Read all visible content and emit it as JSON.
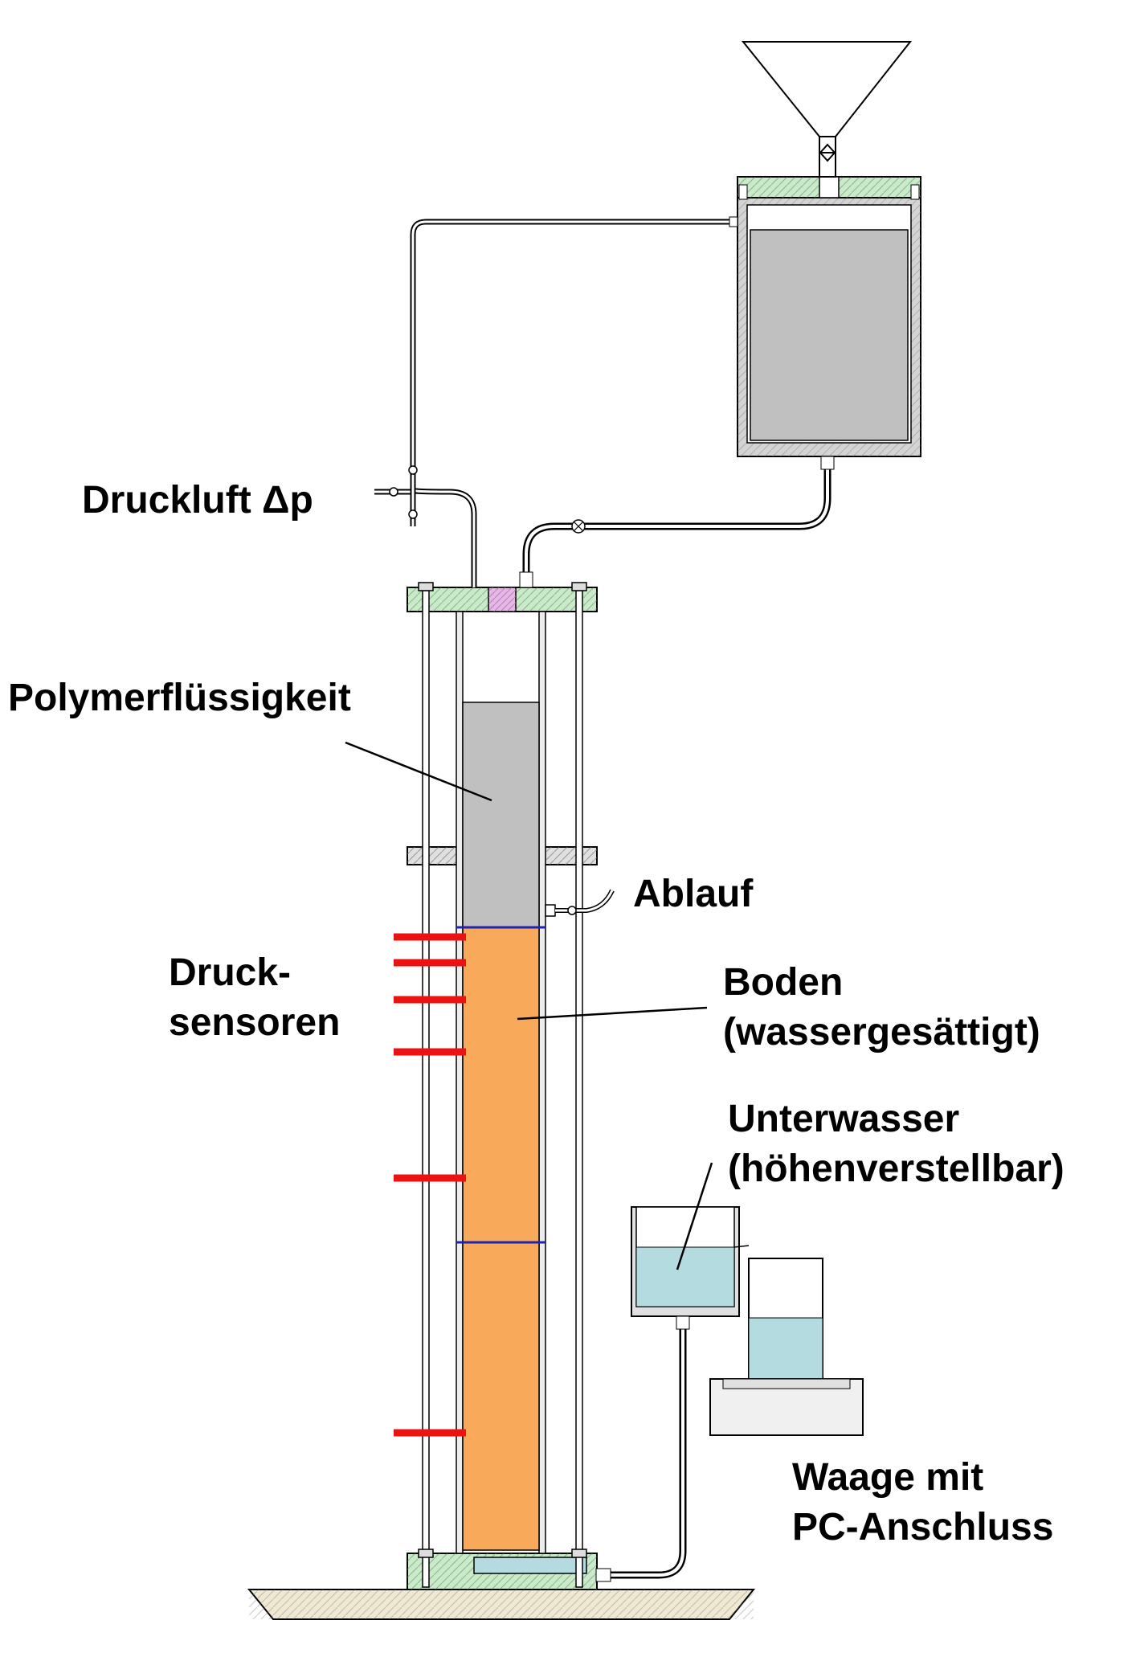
{
  "labels": {
    "druckluft": "Druckluft Δp",
    "polymer": "Polymerflüssigkeit",
    "ablauf": "Ablauf",
    "druck_line1": "Druck-",
    "druck_line2": "sensoren",
    "boden_line1": "Boden",
    "boden_line2": "(wassergesättigt)",
    "unterwasser_line1": "Unterwasser",
    "unterwasser_line2": "(höhenverstellbar)",
    "waage_line1": "Waage mit",
    "waage_line2": "PC-Anschluss"
  },
  "colors": {
    "polymer": "#c0c0c0",
    "soil": "#f8aa5a",
    "water": "#b4dce0",
    "flange": "#c8ecc8",
    "sensor": "#ee1111",
    "interface": "#2222aa",
    "ground": "#efe8d2",
    "seal": "#e6b8e6"
  }
}
